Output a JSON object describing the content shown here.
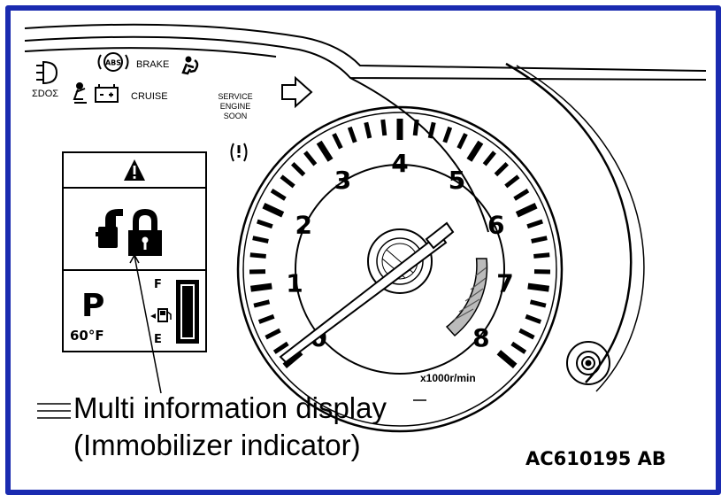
{
  "warning_lights": {
    "abs": "ABS",
    "brake": "BRAKE",
    "cruise": "CRUISE",
    "service_engine_soon": [
      "SERVICE",
      "ENGINE",
      "SOON"
    ],
    "edge_text": "ΣDOΣ"
  },
  "tachometer": {
    "numbers": [
      "0",
      "1",
      "2",
      "3",
      "4",
      "5",
      "6",
      "7",
      "8"
    ],
    "unit": "x1000r/min"
  },
  "multi_display": {
    "gear": "P",
    "temperature": "60°F",
    "fuel_full": "F",
    "fuel_empty": "E"
  },
  "callout": {
    "line1": "Multi information display",
    "line2": "(Immobilizer indicator)"
  },
  "figure_id": "AC610195 AB"
}
